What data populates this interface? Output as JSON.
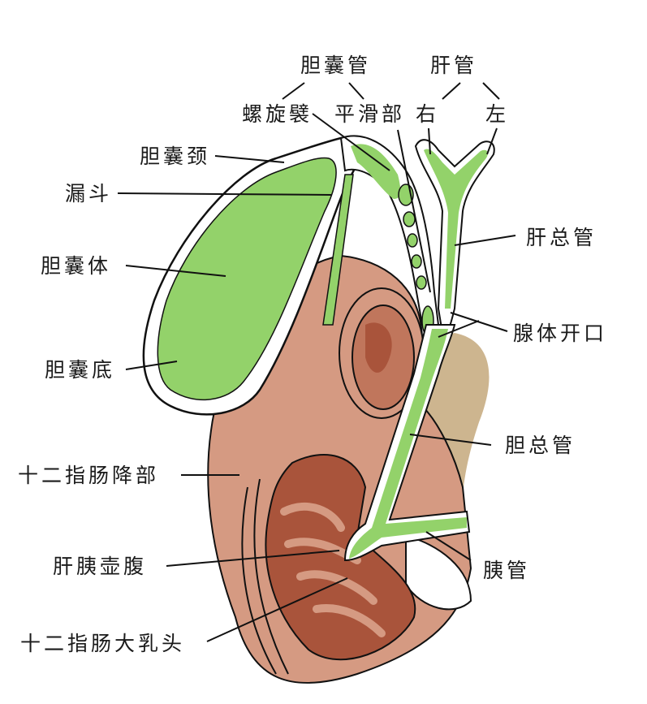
{
  "colors": {
    "bile_green": "#93d26a",
    "duodenum_skin": "#d59a82",
    "mucosa_dark": "#a9543b",
    "pancreas_tan": "#cdb58f",
    "outline": "#111111"
  },
  "labels": {
    "cystic_duct": "胆囊管",
    "hepatic_duct": "肝管",
    "spiral_fold": "螺旋襞",
    "smooth_part": "平滑部",
    "right": "右",
    "left": "左",
    "gallbladder_neck": "胆囊颈",
    "infundibulum": "漏斗",
    "gallbladder_body": "胆囊体",
    "common_hepatic_duct": "肝总管",
    "gland_opening": "腺体开口",
    "gallbladder_fundus": "胆囊底",
    "common_bile_duct": "胆总管",
    "duodenum_descending": "十二指肠降部",
    "hepatopancreatic_ampulla": "肝胰壶腹",
    "pancreatic_duct": "胰管",
    "major_duodenal_papilla": "十二指肠大乳头"
  }
}
